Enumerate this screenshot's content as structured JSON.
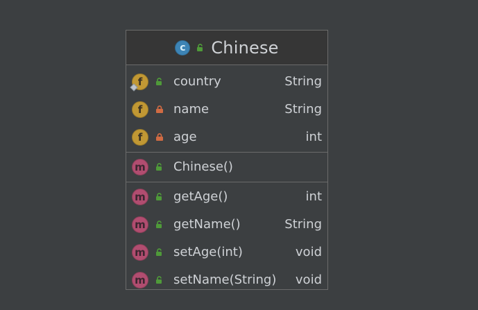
{
  "class": {
    "name": "Chinese",
    "icon": "class-icon",
    "visibility": "public"
  },
  "sections": {
    "fields": [
      {
        "name": "country",
        "type": "String",
        "kind_icon": "field-icon",
        "visibility": "public",
        "has_badge": true
      },
      {
        "name": "name",
        "type": "String",
        "kind_icon": "field-icon",
        "visibility": "private",
        "has_badge": false
      },
      {
        "name": "age",
        "type": "int",
        "kind_icon": "field-icon",
        "visibility": "private",
        "has_badge": false
      }
    ],
    "constructors": [
      {
        "name": "Chinese()",
        "type": "",
        "kind_icon": "method-icon",
        "visibility": "public"
      }
    ],
    "methods": [
      {
        "name": "getAge()",
        "type": "int",
        "kind_icon": "method-icon",
        "visibility": "public"
      },
      {
        "name": "getName()",
        "type": "String",
        "kind_icon": "method-icon",
        "visibility": "public"
      },
      {
        "name": "setAge(int)",
        "type": "void",
        "kind_icon": "method-icon",
        "visibility": "public"
      },
      {
        "name": "setName(String)",
        "type": "void",
        "kind_icon": "method-icon",
        "visibility": "public"
      }
    ]
  },
  "icons": {
    "class_letter": "c",
    "field_letter": "f",
    "method_letter": "m"
  },
  "colors": {
    "background": "#3c3f41",
    "header_background": "#363636",
    "border": "#6b6b6b",
    "text": "#cfd2d6",
    "class_icon": "#3d84b5",
    "field_icon": "#c19834",
    "method_icon": "#b14d70",
    "public_lock": "#4f9a39",
    "private_lock": "#d06b43"
  }
}
